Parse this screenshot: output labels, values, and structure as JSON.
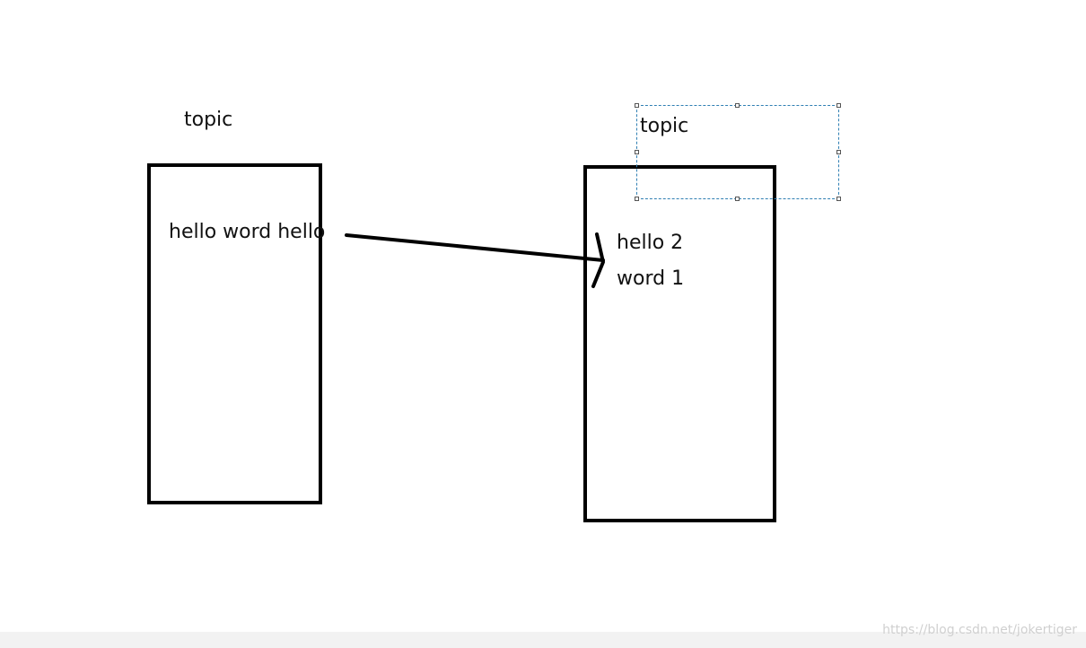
{
  "diagram": {
    "input_topic": {
      "title": "topic",
      "content": "hello word hello"
    },
    "output_topic": {
      "title": "topic",
      "lines": [
        "hello 2",
        "word 1"
      ]
    },
    "stroke_color": "#000000",
    "selection_color": "#2f7fb3"
  },
  "footer": {
    "watermark": "https://blog.csdn.net/jokertiger"
  }
}
